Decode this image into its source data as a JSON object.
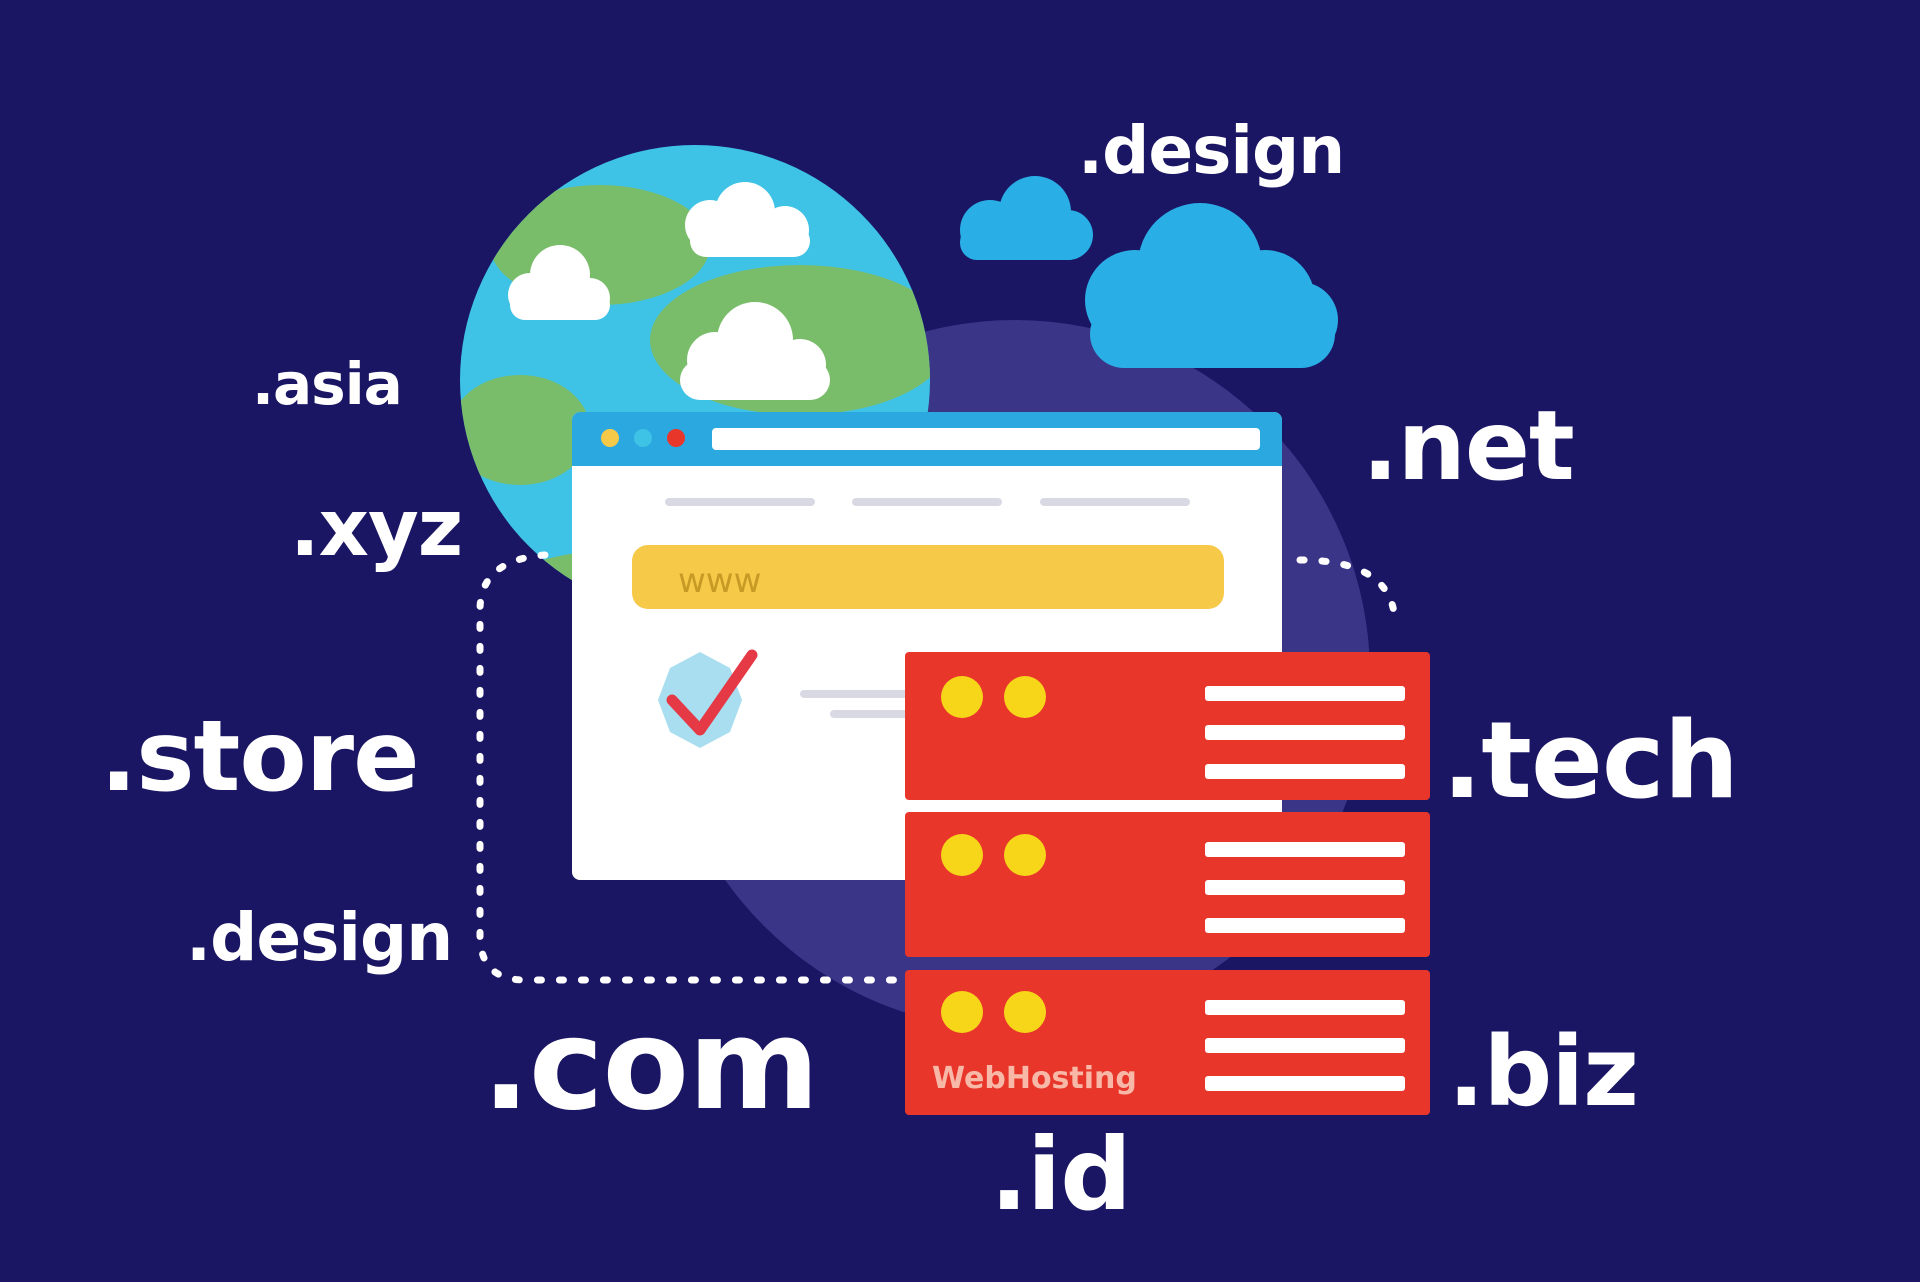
{
  "illustration": {
    "browser": {
      "address_text": "www"
    },
    "server": {
      "label": "WebHosting"
    },
    "domains": {
      "design_top": ".design",
      "asia": ".asia",
      "net": ".net",
      "xyz": ".xyz",
      "store": ".store",
      "tech": ".tech",
      "design_bottom": ".design",
      "com": ".com",
      "biz": ".biz",
      "id": ".id"
    }
  },
  "colors": {
    "background": "#1a1664",
    "circle": "#3b3588",
    "ocean": "#3ec2e6",
    "land": "#79bd6b",
    "cloud": "#29aee6",
    "browser_bar": "#2ba8e0",
    "address_bar": "#f7c948",
    "server": "#e8362b",
    "server_dots": "#f7d619",
    "check": "#e63946",
    "text": "#ffffff"
  }
}
